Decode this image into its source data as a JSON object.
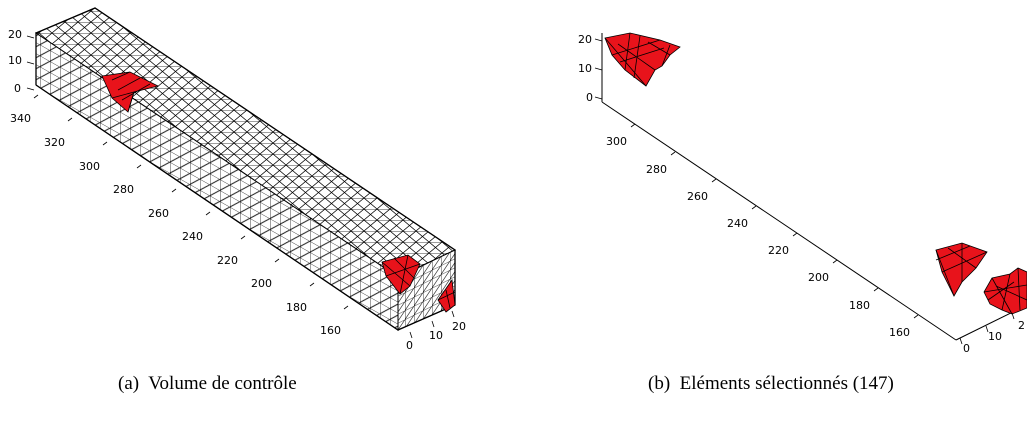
{
  "panel_a": {
    "caption_tag": "(a)",
    "caption": "Volume de contrôle",
    "z_ticks": [
      "20",
      "10",
      "0"
    ],
    "y_ticks": [
      "340",
      "320",
      "300",
      "280",
      "260",
      "240",
      "220",
      "200",
      "180",
      "160"
    ],
    "x_ticks": [
      "0",
      "10",
      "20"
    ]
  },
  "panel_b": {
    "caption_tag": "(b)",
    "caption": "Eléments sélectionnés (147)",
    "z_ticks": [
      "20",
      "10",
      "0"
    ],
    "y_ticks": [
      "300",
      "280",
      "260",
      "240",
      "220",
      "200",
      "180",
      "160"
    ],
    "x_ticks": [
      "0",
      "10",
      "2"
    ]
  },
  "colors": {
    "selected": "#e8131b",
    "mesh_line": "#000000",
    "mesh_face": "#ffffff"
  }
}
